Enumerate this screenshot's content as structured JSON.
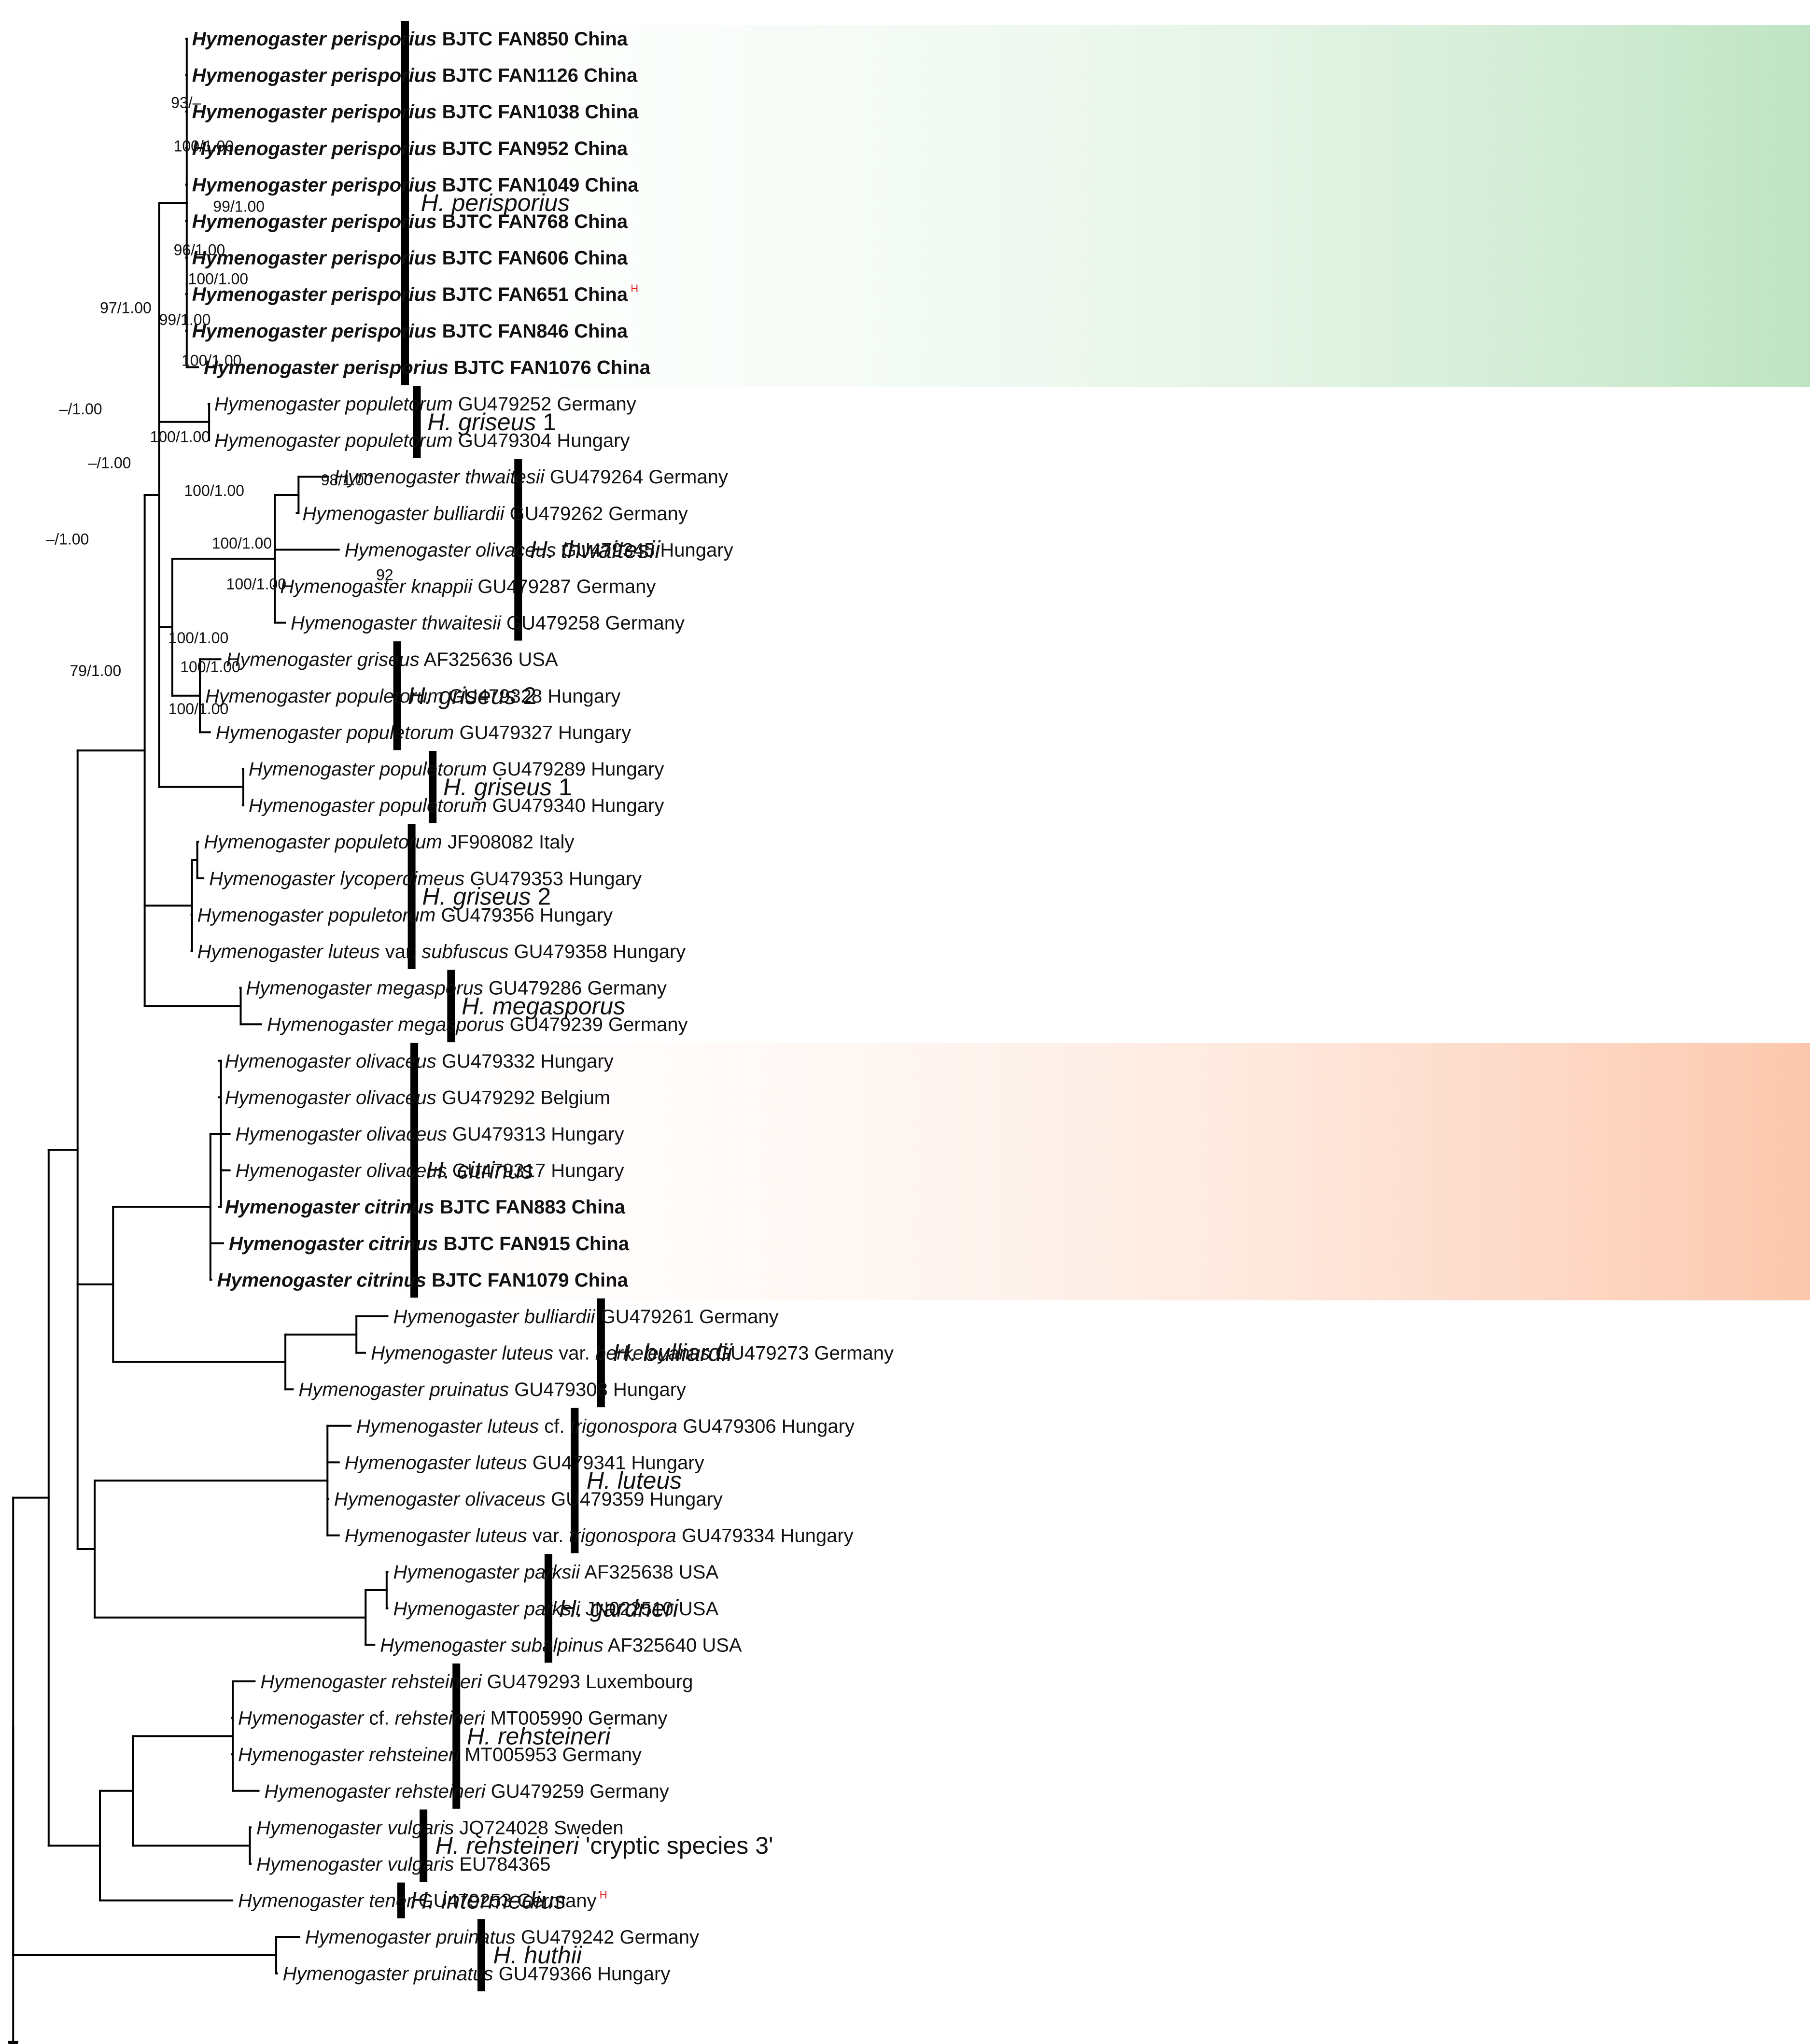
{
  "tree": {
    "leaves": [
      {
        "genus": "Hymenogaster",
        "species": "perisporius",
        "extra": "",
        "infra": "",
        "rest": "BJTC FAN850 China",
        "bold": true
      },
      {
        "genus": "Hymenogaster",
        "species": "perisporius",
        "extra": "",
        "infra": "",
        "rest": "BJTC FAN1126 China",
        "bold": true
      },
      {
        "genus": "Hymenogaster",
        "species": "perisporius",
        "extra": "",
        "infra": "",
        "rest": "BJTC FAN1038 China",
        "bold": true
      },
      {
        "genus": "Hymenogaster",
        "species": "perisporius",
        "extra": "",
        "infra": "",
        "rest": "BJTC FAN952 China",
        "bold": true
      },
      {
        "genus": "Hymenogaster",
        "species": "perisporius",
        "extra": "",
        "infra": "",
        "rest": "BJTC FAN1049 China",
        "bold": true
      },
      {
        "genus": "Hymenogaster",
        "species": "perisporius",
        "extra": "",
        "infra": "",
        "rest": "BJTC FAN768 China",
        "bold": true
      },
      {
        "genus": "Hymenogaster",
        "species": "perisporius",
        "extra": "",
        "infra": "",
        "rest": "BJTC FAN606 China",
        "bold": true
      },
      {
        "genus": "Hymenogaster",
        "species": "perisporius",
        "extra": "",
        "infra": "",
        "rest": "BJTC FAN651 China",
        "bold": true,
        "mark": "H"
      },
      {
        "genus": "Hymenogaster",
        "species": "perisporius",
        "extra": "",
        "infra": "",
        "rest": "BJTC FAN846 China",
        "bold": true
      },
      {
        "genus": "Hymenogaster",
        "species": "perisporius",
        "extra": "",
        "infra": "",
        "rest": "BJTC FAN1076 China",
        "bold": true
      },
      {
        "genus": "Hymenogaster",
        "species": "populetorum",
        "extra": "",
        "infra": "",
        "rest": "GU479252 Germany"
      },
      {
        "genus": "Hymenogaster",
        "species": "populetorum",
        "extra": "",
        "infra": "",
        "rest": "GU479304 Hungary"
      },
      {
        "genus": "Hymenogaster",
        "species": "thwaitesii",
        "extra": "",
        "infra": "",
        "rest": "GU479264 Germany"
      },
      {
        "genus": "Hymenogaster",
        "species": "bulliardii",
        "extra": "",
        "infra": "",
        "rest": "GU479262 Germany"
      },
      {
        "genus": "Hymenogaster",
        "species": "olivaceus",
        "extra": "",
        "infra": "",
        "rest": "GU479345 Hungary"
      },
      {
        "genus": "Hymenogaster",
        "species": "knappii",
        "extra": "",
        "infra": "",
        "rest": "GU479287 Germany"
      },
      {
        "genus": "Hymenogaster",
        "species": "thwaitesii",
        "extra": "",
        "infra": "",
        "rest": "GU479258 Germany"
      },
      {
        "genus": "Hymenogaster",
        "species": "griseus",
        "extra": "",
        "infra": "",
        "rest": "AF325636 USA"
      },
      {
        "genus": "Hymenogaster",
        "species": "populetorum",
        "extra": "",
        "infra": "",
        "rest": "GU479328 Hungary"
      },
      {
        "genus": "Hymenogaster",
        "species": "populetorum",
        "extra": "",
        "infra": "",
        "rest": "GU479327 Hungary"
      },
      {
        "genus": "Hymenogaster",
        "species": "populetorum",
        "extra": "",
        "infra": "",
        "rest": "GU479289 Hungary"
      },
      {
        "genus": "Hymenogaster",
        "species": "populetorum",
        "extra": "",
        "infra": "",
        "rest": "GU479340 Hungary"
      },
      {
        "genus": "Hymenogaster",
        "species": "populetorum",
        "extra": "",
        "infra": "",
        "rest": "JF908082 Italy"
      },
      {
        "genus": "Hymenogaster",
        "species": "lycoperdimeus",
        "extra": "",
        "infra": "",
        "rest": "GU479353 Hungary"
      },
      {
        "genus": "Hymenogaster",
        "species": "populetorum",
        "extra": "",
        "infra": "",
        "rest": "GU479356 Hungary"
      },
      {
        "genus": "Hymenogaster",
        "species": "luteus",
        "extra": "var.",
        "infra": "subfuscus",
        "rest": "GU479358 Hungary"
      },
      {
        "genus": "Hymenogaster",
        "species": "megasporus",
        "extra": "",
        "infra": "",
        "rest": "GU479286 Germany"
      },
      {
        "genus": "Hymenogaster",
        "species": "megasporus",
        "extra": "",
        "infra": "",
        "rest": "GU479239 Germany"
      },
      {
        "genus": "Hymenogaster",
        "species": "olivaceus",
        "extra": "",
        "infra": "",
        "rest": "GU479332 Hungary"
      },
      {
        "genus": "Hymenogaster",
        "species": "olivaceus",
        "extra": "",
        "infra": "",
        "rest": "GU479292 Belgium"
      },
      {
        "genus": "Hymenogaster",
        "species": "olivaceus",
        "extra": "",
        "infra": "",
        "rest": "GU479313 Hungary"
      },
      {
        "genus": "Hymenogaster",
        "species": "olivaceus",
        "extra": "",
        "infra": "",
        "rest": "GU479317 Hungary"
      },
      {
        "genus": "Hymenogaster",
        "species": "citrinus",
        "extra": "",
        "infra": "",
        "rest": "BJTC FAN883 China",
        "bold": true
      },
      {
        "genus": "Hymenogaster",
        "species": "citrinus",
        "extra": "",
        "infra": "",
        "rest": "BJTC FAN915 China",
        "bold": true
      },
      {
        "genus": "Hymenogaster",
        "species": "citrinus",
        "extra": "",
        "infra": "",
        "rest": "BJTC FAN1079 China",
        "bold": true
      },
      {
        "genus": "Hymenogaster",
        "species": "bulliardii",
        "extra": "",
        "infra": "",
        "rest": "GU479261 Germany"
      },
      {
        "genus": "Hymenogaster",
        "species": "luteus",
        "extra": "var.",
        "infra": "berkeleyanus",
        "rest": "GU479273 Germany"
      },
      {
        "genus": "Hymenogaster",
        "species": "pruinatus",
        "extra": "",
        "infra": "",
        "rest": "GU479308 Hungary"
      },
      {
        "genus": "Hymenogaster",
        "species": "luteus",
        "extra": "cf.",
        "infra": "trigonospora",
        "rest": "GU479306 Hungary"
      },
      {
        "genus": "Hymenogaster",
        "species": "luteus",
        "extra": "",
        "infra": "",
        "rest": "GU479341 Hungary"
      },
      {
        "genus": "Hymenogaster",
        "species": "olivaceus",
        "extra": "",
        "infra": "",
        "rest": "GU479359 Hungary"
      },
      {
        "genus": "Hymenogaster",
        "species": "luteus",
        "extra": "var.",
        "infra": "trigonospora",
        "rest": "GU479334 Hungary"
      },
      {
        "genus": "Hymenogaster",
        "species": "parksii",
        "extra": "",
        "infra": "",
        "rest": "AF325638 USA"
      },
      {
        "genus": "Hymenogaster",
        "species": "parksii",
        "extra": "",
        "infra": "",
        "rest": "JN022510 USA"
      },
      {
        "genus": "Hymenogaster",
        "species": "subalpinus",
        "extra": "",
        "infra": "",
        "rest": "AF325640 USA"
      },
      {
        "genus": "Hymenogaster",
        "species": "rehsteineri",
        "extra": "",
        "infra": "",
        "rest": "GU479293 Luxembourg"
      },
      {
        "genus": "Hymenogaster",
        "species": "",
        "extra": "cf.",
        "infra": "rehsteineri",
        "rest": "MT005990 Germany"
      },
      {
        "genus": "Hymenogaster",
        "species": "rehsteineri",
        "extra": "",
        "infra": "",
        "rest": "MT005953 Germany"
      },
      {
        "genus": "Hymenogaster",
        "species": "rehsteineri",
        "extra": "",
        "infra": "",
        "rest": "GU479259 Germany"
      },
      {
        "genus": "Hymenogaster",
        "species": "vulgaris",
        "extra": "",
        "infra": "",
        "rest": "JQ724028 Sweden"
      },
      {
        "genus": "Hymenogaster",
        "species": "vulgaris",
        "extra": "",
        "infra": "",
        "rest": "EU784365"
      },
      {
        "genus": "Hymenogaster",
        "species": "tener",
        "extra": "",
        "infra": "",
        "rest": "GU479253 Germany",
        "mark": "H"
      },
      {
        "genus": "Hymenogaster",
        "species": "pruinatus",
        "extra": "",
        "infra": "",
        "rest": "GU479242 Germany"
      },
      {
        "genus": "Hymenogaster",
        "species": "pruinatus",
        "extra": "",
        "infra": "",
        "rest": "GU479366 Hungary"
      }
    ],
    "supports": [
      "93/–",
      "100/1.00",
      "99/1.00",
      "96/1.00",
      "100/1.00",
      "97/1.00",
      "99/1.00",
      "100/1.00",
      "–/1.00",
      "100/1.00",
      "–/1.00",
      "98/1.00",
      "100/1.00",
      "100/1.00",
      "92",
      "100/1.00",
      "–/1.00",
      "100/1.00",
      "100/1.00",
      "79/1.00",
      "100/1.00"
    ],
    "clades": [
      {
        "italic": "H. perisporius",
        "suffix": ""
      },
      {
        "italic": "H. griseus",
        "suffix": " 1"
      },
      {
        "italic": "H. thwaitesii",
        "suffix": ""
      },
      {
        "italic": "H. griseus",
        "suffix": " 2"
      },
      {
        "italic": "H. griseus",
        "suffix": " 1"
      },
      {
        "italic": "H. griseus",
        "suffix": " 2"
      },
      {
        "italic": "H. megasporus",
        "suffix": ""
      },
      {
        "italic": "H. citrinus",
        "suffix": ""
      },
      {
        "italic": "H. bulliardii",
        "suffix": ""
      },
      {
        "italic": "H. luteus",
        "suffix": ""
      },
      {
        "italic": "H. gardneri",
        "suffix": ""
      },
      {
        "italic": "H. rehsteineri",
        "suffix": ""
      },
      {
        "italic": "H. rehsteineri",
        "suffix": " 'cryptic species 3'"
      },
      {
        "italic": "H. intermedius",
        "suffix": ""
      },
      {
        "italic": "H. huthii",
        "suffix": ""
      }
    ],
    "highlights": [
      {
        "clade": "H. perisporius",
        "color": "#bfe4c3"
      },
      {
        "clade": "H. citrinus",
        "color": "#fcc7ac"
      }
    ],
    "colors": {
      "branch": "#000000",
      "type_mark": "#e02020"
    }
  }
}
